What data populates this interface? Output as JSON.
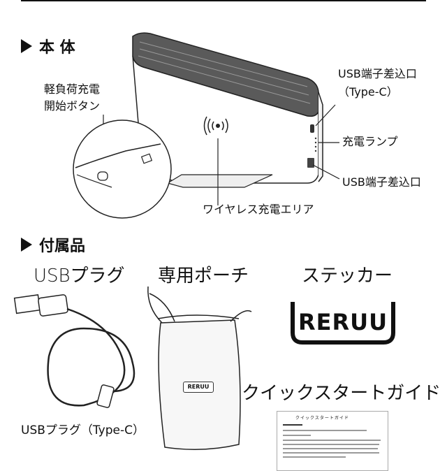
{
  "sections": {
    "main_body": {
      "title": "本 体"
    },
    "accessories": {
      "title": "付属品"
    }
  },
  "main_labels": {
    "light_load_button": "軽負荷充電\n開始ボタン",
    "usb_port_typec_line1": "USB端子差込口",
    "usb_port_typec_line2": "（Type-C）",
    "charge_lamp": "充電ランプ",
    "usb_port": "USB端子差込口",
    "wireless_area": "ワイヤレス充電エリア"
  },
  "accessory_labels": {
    "usb_plug": "USBプラグ",
    "pouch": "専用ポーチ",
    "sticker": "ステッカー",
    "quick_start": "クイックスタートガイド",
    "usb_plug_typec": "USBプラグ（Type-C）"
  },
  "sticker_text": "RERUU",
  "pouch_logo": "RERUU",
  "guide_title": "クイックスタートガイド"
}
